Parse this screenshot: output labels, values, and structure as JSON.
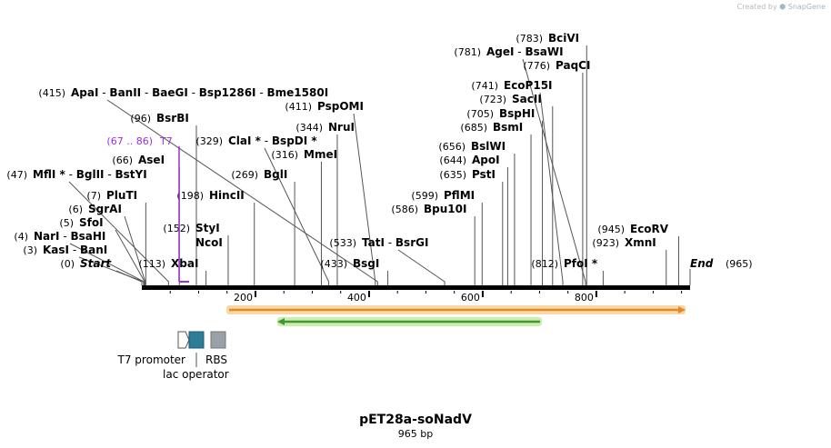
{
  "credit": {
    "prefix": "Created by",
    "brand": "SnapGene"
  },
  "map": {
    "name": "pET28a-soNadV",
    "size_label": "965 bp",
    "length": 965
  },
  "ruler": {
    "ticks": [
      200,
      400,
      600,
      800
    ]
  },
  "ends": {
    "start_label": "Start",
    "start_pos": "(0)",
    "end_label": "End",
    "end_pos": "(965)"
  },
  "sites": [
    {
      "pos": 0,
      "label": "(0)",
      "enzymes": [
        "Start"
      ]
    },
    {
      "pos": 3,
      "label": "(3)",
      "enzymes": [
        "KasI",
        "BanI"
      ]
    },
    {
      "pos": 4,
      "label": "(4)",
      "enzymes": [
        "NarI",
        "BsaHI"
      ]
    },
    {
      "pos": 5,
      "label": "(5)",
      "enzymes": [
        "SfoI"
      ]
    },
    {
      "pos": 6,
      "label": "(6)",
      "enzymes": [
        "SgrAI"
      ]
    },
    {
      "pos": 7,
      "label": "(7)",
      "enzymes": [
        "PluTI"
      ]
    },
    {
      "pos": 47,
      "label": "(47)",
      "enzymes": [
        "MflI *",
        "BglII",
        "BstYI"
      ]
    },
    {
      "pos": 66,
      "label": "(66)",
      "enzymes": [
        "AseI"
      ]
    },
    {
      "pos": 96,
      "label": "(96)",
      "enzymes": [
        "BsrBI"
      ]
    },
    {
      "pos": 113,
      "label": "(113)",
      "enzymes": [
        "XbaI"
      ]
    },
    {
      "pos": 152,
      "label": "(152)",
      "enzymes": [
        "StyI"
      ]
    },
    {
      "pos": 152,
      "label": "",
      "enzymes": [
        "NcoI"
      ]
    },
    {
      "pos": 198,
      "label": "(198)",
      "enzymes": [
        "HincII"
      ]
    },
    {
      "pos": 269,
      "label": "(269)",
      "enzymes": [
        "BglI"
      ]
    },
    {
      "pos": 316,
      "label": "(316)",
      "enzymes": [
        "MmeI"
      ]
    },
    {
      "pos": 329,
      "label": "(329)",
      "enzymes": [
        "ClaI *",
        "BspDI *"
      ]
    },
    {
      "pos": 344,
      "label": "(344)",
      "enzymes": [
        "NruI"
      ]
    },
    {
      "pos": 411,
      "label": "(411)",
      "enzymes": [
        "PspOMI"
      ]
    },
    {
      "pos": 415,
      "label": "(415)",
      "enzymes": [
        "ApaI",
        "BanII",
        "BaeGI",
        "Bsp1286I",
        "Bme1580I"
      ]
    },
    {
      "pos": 433,
      "label": "(433)",
      "enzymes": [
        "BsgI"
      ]
    },
    {
      "pos": 533,
      "label": "(533)",
      "enzymes": [
        "TatI",
        "BsrGI"
      ]
    },
    {
      "pos": 586,
      "label": "(586)",
      "enzymes": [
        "Bpu10I"
      ]
    },
    {
      "pos": 599,
      "label": "(599)",
      "enzymes": [
        "PflMI"
      ]
    },
    {
      "pos": 635,
      "label": "(635)",
      "enzymes": [
        "PstI"
      ]
    },
    {
      "pos": 644,
      "label": "(644)",
      "enzymes": [
        "ApoI"
      ]
    },
    {
      "pos": 656,
      "label": "(656)",
      "enzymes": [
        "BslWI"
      ]
    },
    {
      "pos": 685,
      "label": "(685)",
      "enzymes": [
        "BsmI"
      ]
    },
    {
      "pos": 705,
      "label": "(705)",
      "enzymes": [
        "BspHI"
      ]
    },
    {
      "pos": 723,
      "label": "(723)",
      "enzymes": [
        "SacII"
      ]
    },
    {
      "pos": 741,
      "label": "(741)",
      "enzymes": [
        "EcoP15I"
      ]
    },
    {
      "pos": 776,
      "label": "(776)",
      "enzymes": [
        "PaqCI"
      ]
    },
    {
      "pos": 781,
      "label": "(781)",
      "enzymes": [
        "AgeI",
        "BsaWI"
      ]
    },
    {
      "pos": 783,
      "label": "(783)",
      "enzymes": [
        "BciVI"
      ]
    },
    {
      "pos": 812,
      "label": "(812)",
      "enzymes": [
        "PfoI *"
      ]
    },
    {
      "pos": 923,
      "label": "(923)",
      "enzymes": [
        "XmnI"
      ]
    },
    {
      "pos": 945,
      "label": "(945)",
      "enzymes": [
        "EcoRV"
      ]
    }
  ],
  "primer": {
    "range": "(67 .. 86)",
    "name": "T7"
  },
  "features": {
    "promoter": "T7 promoter",
    "operator": "lac operator",
    "rbs": "RBS"
  },
  "colors": {
    "primer": "#9b2fd8",
    "orange_arrow": "#e08a2a",
    "orange_highlight": "#f7d9a6",
    "green_arrow": "#3e9a2e",
    "green_highlight": "#cdeeb0",
    "operator": "#2e7d97",
    "rbs": "#9aa0a8"
  }
}
